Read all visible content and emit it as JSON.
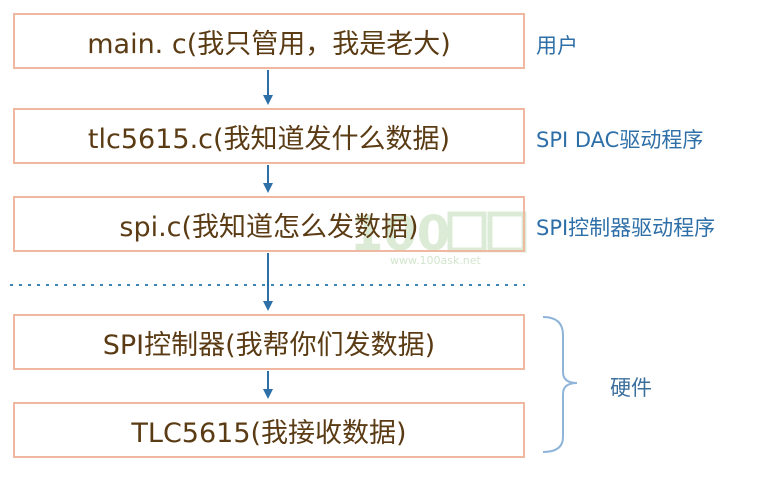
{
  "boxes": {
    "main": "main. c(我只管用，我是老大)",
    "tlc": "tlc5615.c(我知道发什么数据)",
    "spi": "spi.c(我知道怎么发数据)",
    "spi_ctrl": "SPI控制器(我帮你们发数据)",
    "tlc_chip": "TLC5615(我接收数据)"
  },
  "side_labels": {
    "user": "用户",
    "spi_dac_driver": "SPI DAC驱动程序",
    "spi_ctrl_driver": "SPI控制器驱动程序",
    "hardware": "硬件"
  },
  "watermark": {
    "url": "www.100ask.net"
  },
  "colors": {
    "box_border": "#f0b8a0",
    "box_text": "#5a3b14",
    "arrow": "#2e6fa8",
    "label": "#2e6fa8",
    "divider": "#3b84b3",
    "brace": "#8fb4d9"
  }
}
